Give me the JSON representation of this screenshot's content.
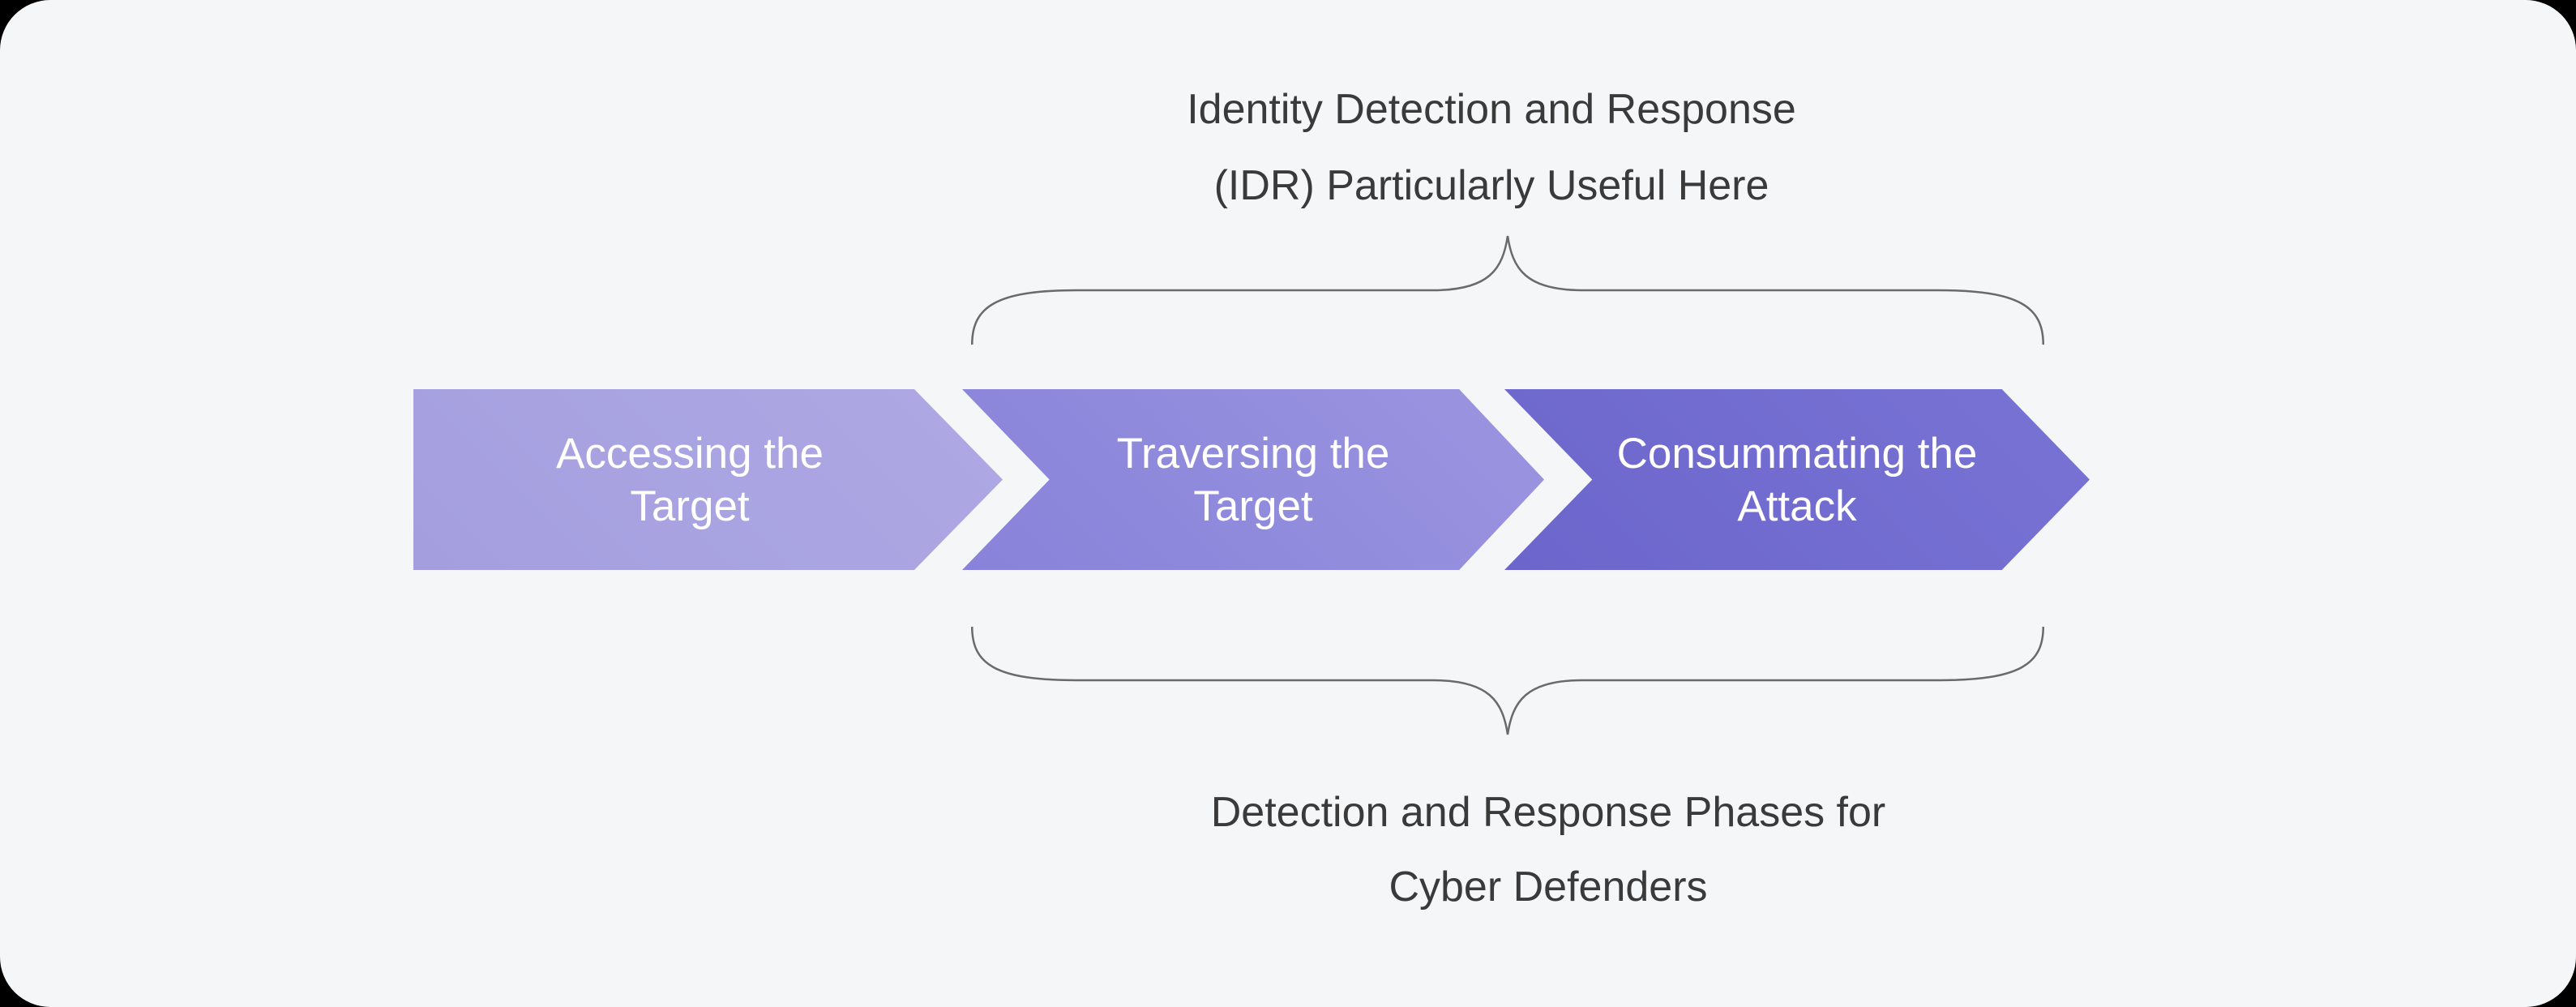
{
  "diagram": {
    "top_annotation": {
      "lines": [
        "Identity Detection and Response",
        "(IDR) Particularly Useful Here"
      ]
    },
    "bottom_annotation": {
      "lines": [
        "Detection and Response Phases for",
        "Cyber Defenders"
      ]
    },
    "stages": [
      {
        "label": "Accessing the Target",
        "color_start": "#a49edf",
        "color_end": "#aea9e4"
      },
      {
        "label": "Traversing the Target",
        "color_start": "#8882da",
        "color_end": "#9b95e0"
      },
      {
        "label": "Consummating the Attack",
        "color_start": "#6c66cc",
        "color_end": "#7873d4"
      }
    ],
    "colors": {
      "background": "#f5f6f7",
      "behind_page": "#000000",
      "brace_stroke": "#6a6a6a",
      "annotation_text": "#3a3a3a",
      "stage_text": "#ffffff"
    }
  }
}
